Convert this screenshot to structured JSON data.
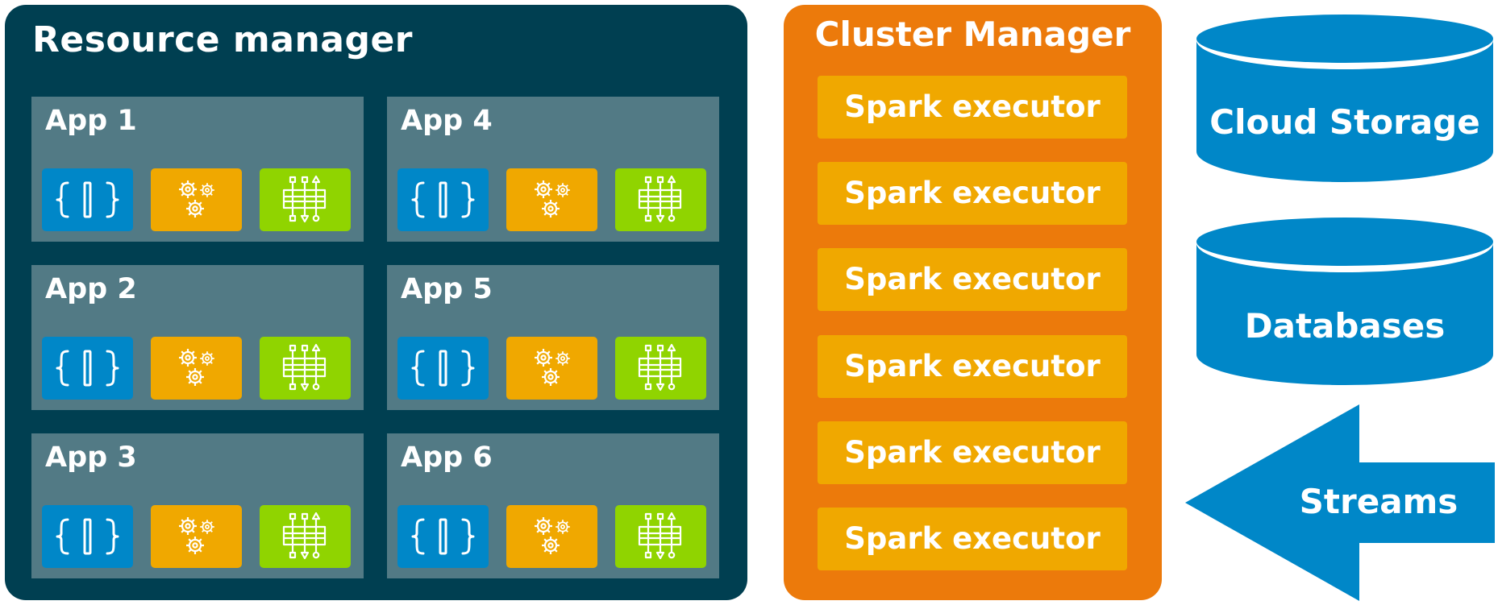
{
  "resource_manager": {
    "title": "Resource manager",
    "apps": [
      {
        "label": "App 1"
      },
      {
        "label": "App 2"
      },
      {
        "label": "App 3"
      },
      {
        "label": "App 4"
      },
      {
        "label": "App 5"
      },
      {
        "label": "App 6"
      }
    ],
    "tile_icons": [
      "code-braces-icon",
      "gears-icon",
      "pipeline-flow-icon"
    ]
  },
  "cluster_manager": {
    "title": "Cluster Manager",
    "executors": [
      {
        "label": "Spark executor"
      },
      {
        "label": "Spark executor"
      },
      {
        "label": "Spark executor"
      },
      {
        "label": "Spark executor"
      },
      {
        "label": "Spark executor"
      },
      {
        "label": "Spark executor"
      }
    ]
  },
  "data_sources": {
    "cloud_storage": "Cloud Storage",
    "databases": "Databases",
    "streams": "Streams"
  },
  "colors": {
    "resource_panel": "#003f51",
    "app_card": "#527a85",
    "code_tile": "#0087c8",
    "gears_tile": "#f0a800",
    "flow_tile": "#90d400",
    "cluster_panel": "#ec7a0b",
    "executor": "#f0a800",
    "data_source": "#0087c8"
  }
}
